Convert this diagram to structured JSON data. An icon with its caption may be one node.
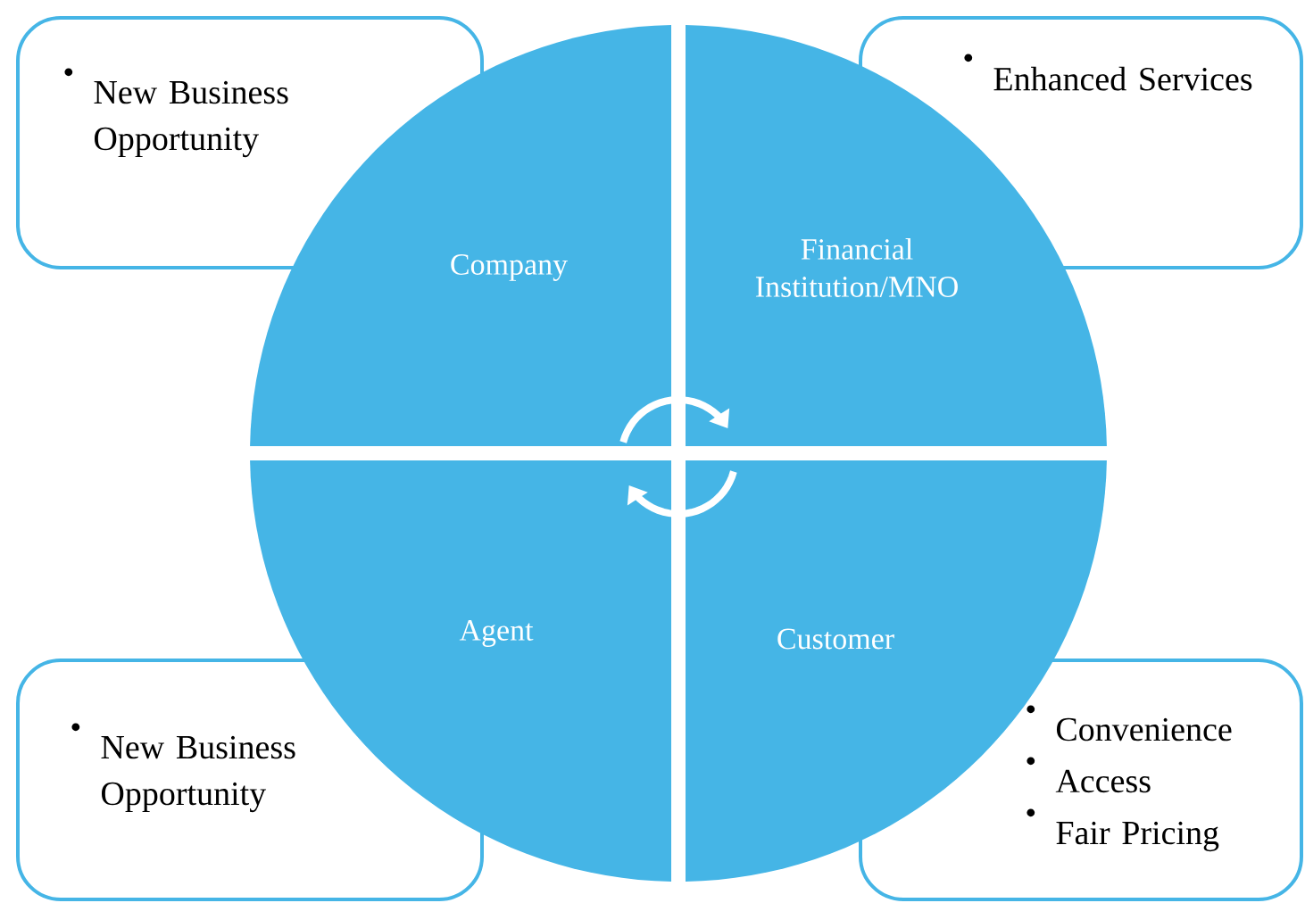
{
  "diagram": {
    "nodes": [
      {
        "text": [
          "New Business Opportunity"
        ]
      },
      {
        "text": [
          "Company"
        ]
      },
      {
        "text": [
          "Financial Institution/MNO"
        ]
      },
      {
        "text": [
          "Enhanced Services"
        ]
      },
      {
        "text": [
          "Agent"
        ]
      },
      {
        "text": [
          "Customer"
        ]
      },
      {
        "text": [
          "New Business Opportunity"
        ]
      },
      {
        "text": [
          "Convenience",
          "Access",
          "Fair Pricing"
        ]
      }
    ]
  }
}
